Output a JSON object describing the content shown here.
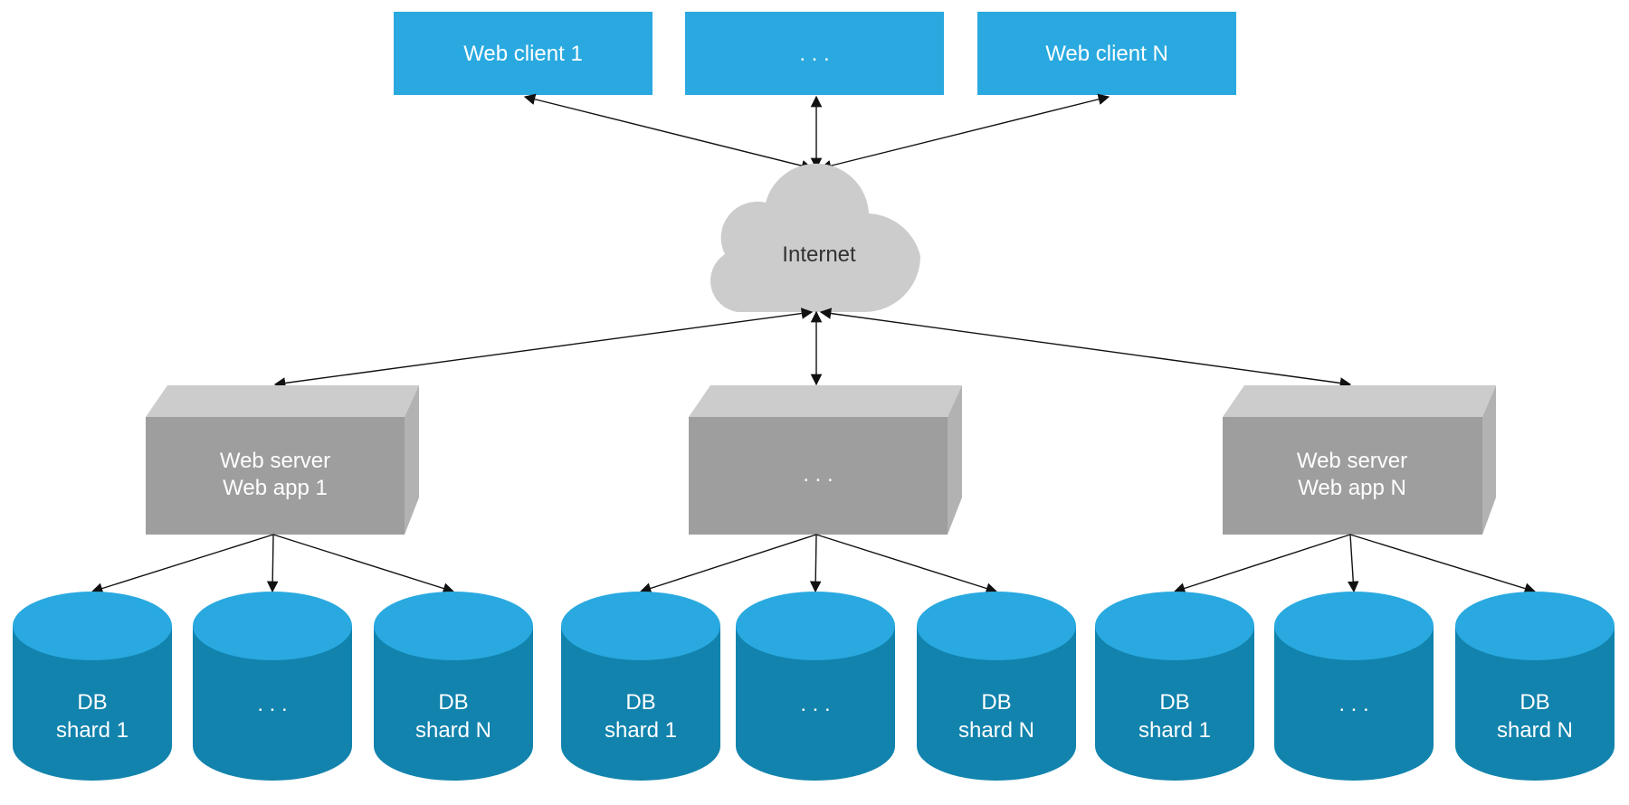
{
  "colors": {
    "client_fill": "#29a9e0",
    "cloud_fill": "#cccccc",
    "server_front": "#9e9e9e",
    "server_top": "#cccccc",
    "server_side": "#b2b2b2",
    "db_top": "#29a9e0",
    "db_body": "#1183ad",
    "arrow": "#111111"
  },
  "clients": [
    {
      "label": "Web client 1"
    },
    {
      "label": ". . ."
    },
    {
      "label": "Web client N"
    }
  ],
  "internet": {
    "label": "Internet"
  },
  "servers": [
    {
      "lines": [
        "Web server",
        "Web app 1"
      ]
    },
    {
      "lines": [
        ". . ."
      ]
    },
    {
      "lines": [
        "Web server",
        "Web app N"
      ]
    }
  ],
  "shards": [
    [
      {
        "lines": [
          "DB",
          "shard 1"
        ]
      },
      {
        "lines": [
          ". . ."
        ]
      },
      {
        "lines": [
          "DB",
          "shard N"
        ]
      }
    ],
    [
      {
        "lines": [
          "DB",
          "shard 1"
        ]
      },
      {
        "lines": [
          ". . ."
        ]
      },
      {
        "lines": [
          "DB",
          "shard N"
        ]
      }
    ],
    [
      {
        "lines": [
          "DB",
          "shard 1"
        ]
      },
      {
        "lines": [
          ". . ."
        ]
      },
      {
        "lines": [
          "DB",
          "shard N"
        ]
      }
    ]
  ]
}
